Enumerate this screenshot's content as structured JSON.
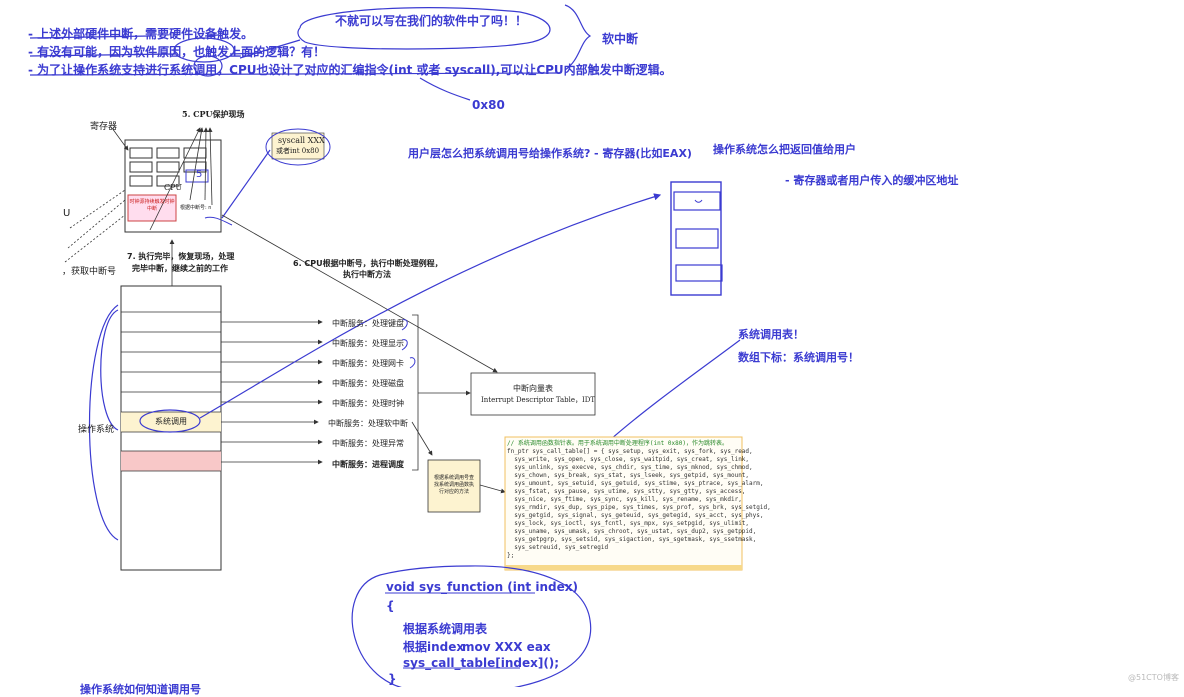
{
  "top_notes": {
    "line1": "- 上述外部硬件中断，需要硬件设备触发。",
    "line2": "- 有没有可能，因为软件原因，也触发上面的逻辑？有！",
    "line3": "- 为了让操作系统支持进行系统调用，CPU也设计了对应的汇编指令(int 或者 syscall),可以让CPU内部触发中断逻辑。",
    "bubble": "不就可以写在我们的软件中了吗！！",
    "soft_interrupt": "软中断",
    "hex": "0x80"
  },
  "cpu_area": {
    "register_label": "寄存器",
    "protect_label": "5. CPU保护现场",
    "cpu_label": "CPU",
    "box_left": "时钟源持续触发时钟中断",
    "box_right": "根据中断号: n",
    "syscall_note_1": "syscall XXX",
    "syscall_note_2": "或者int 0x80",
    "scribble_5": "5",
    "u_fragment": "U",
    "fetch_label": "，获取中断号"
  },
  "steps": {
    "step7_a": "7. 执行完毕，恢复现场，处理",
    "step7_b": "完毕中断，继续之前的工作",
    "step6_a": "6. CPU根据中断号，执行中断处理例程，",
    "step6_b": "执行中断方法"
  },
  "os": {
    "label": "操作系统",
    "syscall_cell": "系统调用",
    "services": [
      "中断服务：处理键盘",
      "中断服务：处理显示",
      "中断服务：处理网卡",
      "中断服务：处理磁盘",
      "中断服务：处理时钟",
      "中断服务：处理软中断",
      "中断服务：处理异常",
      "中断服务：进程调度"
    ]
  },
  "idt": {
    "title": "中断向量表",
    "subtitle": "Interrupt Descriptor Table，IDT"
  },
  "lookup_box": "根据系统调用号查找系统调用函数执行对应的方法",
  "right_notes": {
    "q1": "用户层怎么把系统调用号给操作系统?",
    "a1": "- 寄存器(比如EAX)",
    "q2": "操作系统怎么把返回值给用户",
    "a2": "- 寄存器或者用户传入的缓冲区地址",
    "table_title": "系统调用表！",
    "index_note": "数组下标：系统调用号！"
  },
  "code_block": {
    "comment": "// 系统调用函数指针表。用于系统调用中断处理程序(int 0x80)，作为跳转表。",
    "lines": [
      "fn_ptr sys_call_table[] = { sys_setup, sys_exit, sys_fork, sys_read,",
      "  sys_write, sys_open, sys_close, sys_waitpid, sys_creat, sys_link,",
      "  sys_unlink, sys_execve, sys_chdir, sys_time, sys_mknod, sys_chmod,",
      "  sys_chown, sys_break, sys_stat, sys_lseek, sys_getpid, sys_mount,",
      "  sys_umount, sys_setuid, sys_getuid, sys_stime, sys_ptrace, sys_alarm,",
      "  sys_fstat, sys_pause, sys_utime, sys_stty, sys_gtty, sys_access,",
      "  sys_nice, sys_ftime, sys_sync, sys_kill, sys_rename, sys_mkdir,",
      "  sys_rmdir, sys_dup, sys_pipe, sys_times, sys_prof, sys_brk, sys_setgid,",
      "  sys_getgid, sys_signal, sys_geteuid, sys_getegid, sys_acct, sys_phys,",
      "  sys_lock, sys_ioctl, sys_fcntl, sys_mpx, sys_setpgid, sys_ulimit,",
      "  sys_uname, sys_umask, sys_chroot, sys_ustat, sys_dup2, sys_getppid,",
      "  sys_getpgrp, sys_setsid, sys_sigaction, sys_sgetmask, sys_ssetmask,",
      "  sys_setreuid, sys_setregid",
      "};"
    ]
  },
  "handwriting": {
    "line1": "void sys_function (int index)",
    "line2": "{",
    "line3": "根据系统调用表",
    "line4": "根据index",
    "line4b": "mov XXX eax",
    "line5": "sys_call_table[index]();",
    "line6": "}"
  },
  "bottom_fragment": "操作系统如何知道调用号",
  "watermark": "@51CTO博客",
  "colors": {
    "ink": "#3b3bd1",
    "highlight_yellow": "#fdf3d0",
    "highlight_red": "#f8c8c8",
    "code_border": "#f0c060"
  }
}
